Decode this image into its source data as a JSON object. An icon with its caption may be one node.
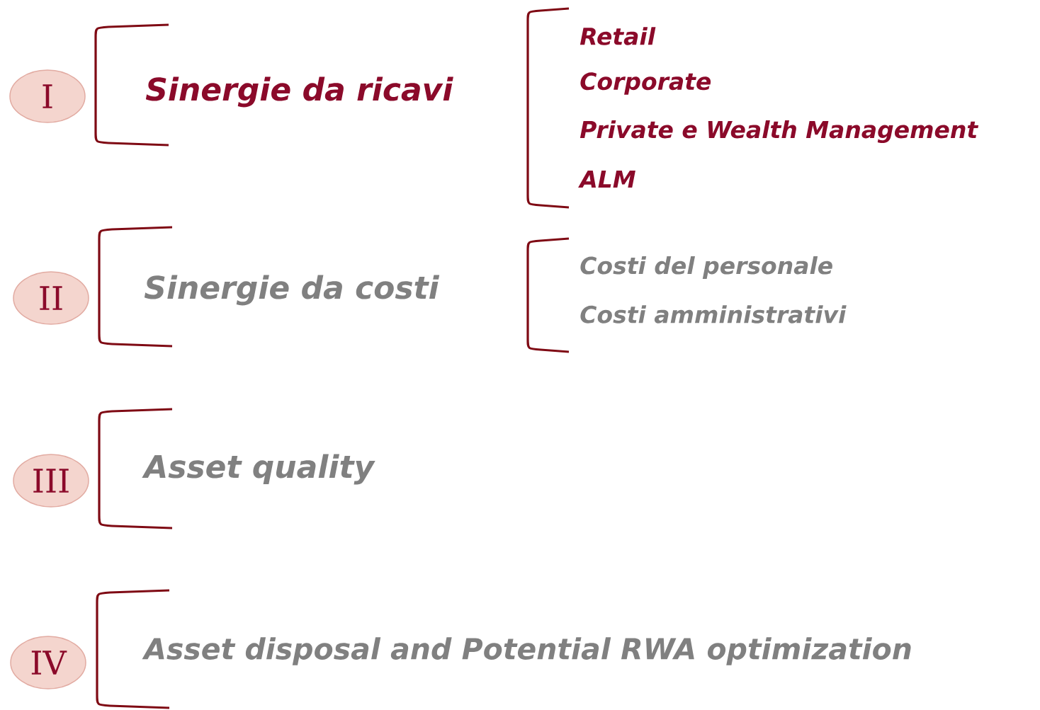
{
  "diagram": {
    "nodes": [
      {
        "text": [
          "I"
        ],
        "beside": [
          "Sinergie da ricavi"
        ]
      },
      {
        "text": [
          "II"
        ],
        "beside": [
          "Sinergie da costi"
        ]
      },
      {
        "text": [
          "III"
        ],
        "beside": [
          "Asset quality"
        ]
      },
      {
        "text": [
          "IV"
        ],
        "beside": [
          "Asset disposal and Potential RWA optimization"
        ]
      }
    ],
    "labels": [
      "Retail",
      "Corporate",
      "Private e Wealth Management",
      "ALM",
      "Costi del personale",
      "Costi amministrativi"
    ]
  }
}
